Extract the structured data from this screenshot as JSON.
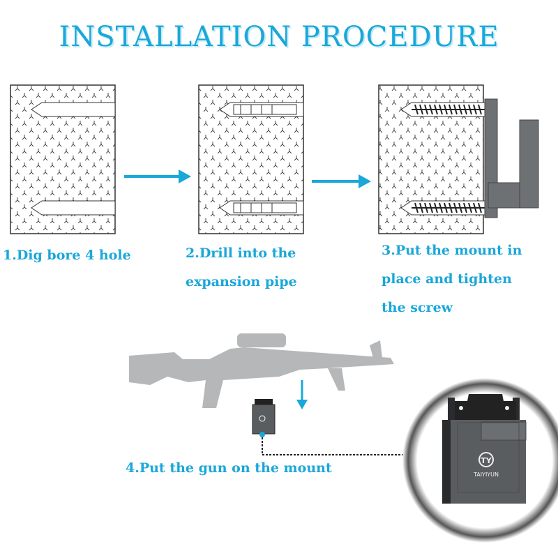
{
  "title": "INSTALLATION PROCEDURE",
  "steps": [
    {
      "line1": "1.Dig bore 4 hole"
    },
    {
      "line1": "2.Drill into the",
      "line2": "expansion pipe"
    },
    {
      "line1": "3.Put the mount in",
      "line2": "place and tighten",
      "line3": "the screw"
    },
    {
      "line1": "4.Put the gun on the mount"
    }
  ],
  "brand": "TAIYIYUN",
  "colors": {
    "accent": "#1aa7d9",
    "mount": "#5a5d60",
    "gun": "#b5b7b9"
  }
}
